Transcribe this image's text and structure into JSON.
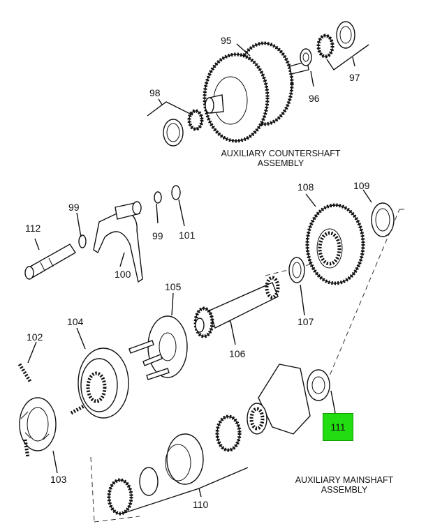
{
  "diagram": {
    "callouts": {
      "c95": "95",
      "c96": "96",
      "c97": "97",
      "c98": "98",
      "c99a": "99",
      "c99b": "99",
      "c100": "100",
      "c101": "101",
      "c102": "102",
      "c103": "103",
      "c104": "104",
      "c105": "105",
      "c106": "106",
      "c107": "107",
      "c108": "108",
      "c109": "109",
      "c110": "110",
      "c111": "111",
      "c112": "112"
    },
    "captions": {
      "countershaft_line1": "AUXILIARY COUNTERSHAFT",
      "countershaft_line2": "ASSEMBLY",
      "mainshaft_line1": "AUXILIARY MAINSHAFT",
      "mainshaft_line2": "ASSEMBLY"
    },
    "highlight_color": "#22dd11",
    "highlighted_part": "111"
  }
}
